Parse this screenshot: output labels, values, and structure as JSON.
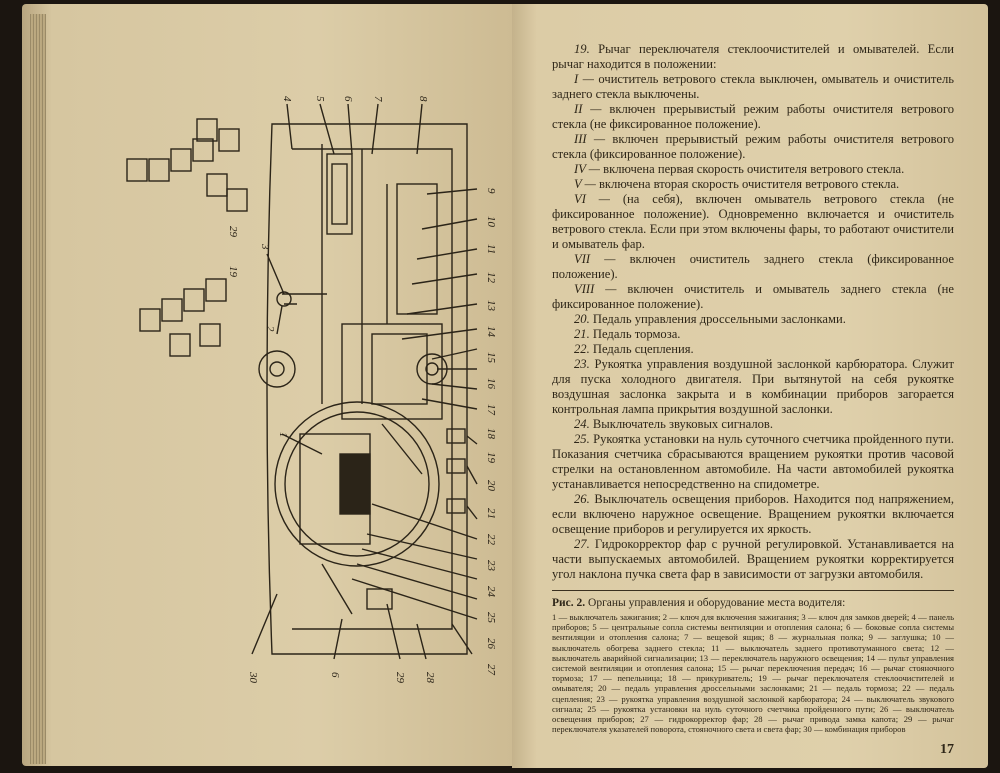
{
  "left_page": {
    "diagram": {
      "callouts": [
        "1",
        "2",
        "3",
        "4",
        "5",
        "6",
        "7",
        "8",
        "9",
        "10",
        "11",
        "12",
        "13",
        "14",
        "15",
        "16",
        "17",
        "18",
        "19",
        "20",
        "21",
        "22",
        "23",
        "24",
        "25",
        "26",
        "27",
        "28",
        "29",
        "30",
        "6",
        "29",
        "19"
      ]
    }
  },
  "right_page": {
    "paragraphs": [
      {
        "num": "19.",
        "text": "Рычаг переключателя стеклоочистителей и омывателей. Если рычаг находится в положении:"
      },
      {
        "num": "I —",
        "text": "очиститель ветрового стекла выключен, омыватель и очиститель заднего стекла выключены."
      },
      {
        "num": "II —",
        "text": "включен прерывистый режим работы очистителя ветрового стекла (не фиксированное положение)."
      },
      {
        "num": "III —",
        "text": "включен прерывистый режим работы очистителя ветрового стекла (фиксированное положение)."
      },
      {
        "num": "IV —",
        "text": "включена первая скорость очистителя ветрового стекла."
      },
      {
        "num": "V —",
        "text": "включена вторая скорость очистителя ветрового стекла."
      },
      {
        "num": "VI —",
        "text": "(на себя), включен омыватель ветрового стекла (не фиксированное положение). Одновременно включается и очиститель ветрового стекла. Если при этом включены фары, то работают очистители и омыватель фар."
      },
      {
        "num": "VII —",
        "text": "включен очиститель заднего стекла (фиксированное положение)."
      },
      {
        "num": "VIII —",
        "text": "включен очиститель и омыватель заднего стекла (не фиксированное положение)."
      },
      {
        "num": "20.",
        "text": "Педаль управления дроссельными заслонками."
      },
      {
        "num": "21.",
        "text": "Педаль тормоза."
      },
      {
        "num": "22.",
        "text": "Педаль сцепления."
      },
      {
        "num": "23.",
        "text": "Рукоятка управления воздушной заслонкой карбюратора. Служит для пуска холодного двигателя. При вытянутой на себя рукоятке воздушная заслонка закрыта и в комбинации приборов загорается контрольная лампа прикрытия воздушной заслонки."
      },
      {
        "num": "24.",
        "text": "Выключатель звуковых сигналов."
      },
      {
        "num": "25.",
        "text": "Рукоятка установки на нуль суточного счетчика пройденного пути. Показания счетчика сбрасываются вращением рукоятки против часовой стрелки на остановленном автомобиле. На части автомобилей рукоятка устанавливается непосредственно на спидометре."
      },
      {
        "num": "26.",
        "text": "Выключатель освещения приборов. Находится под напряжением, если включено наружное освещение. Вращением рукоятки включается освещение приборов и регулируется их яркость."
      },
      {
        "num": "27.",
        "text": "Гидрокорректор фар с ручной регулировкой. Устанавливается на части выпускаемых автомобилей. Вращением рукоятки корректируется угол наклона пучка света фар в зависимости от загрузки автомобиля."
      }
    ],
    "caption": {
      "label": "Рис. 2.",
      "title": "Органы управления и оборудование места водителя:",
      "body": "1 — выключатель зажигания; 2 — ключ для включения зажигания; 3 — ключ для замков дверей; 4 — панель приборов; 5 — центральные сопла системы вентиляции и отопления салона; 6 — боковые сопла системы вентиляции и отопления салона; 7 — вещевой ящик; 8 — журнальная полка; 9 — заглушка; 10 — выключатель обогрева заднего стекла; 11 — выключатель заднего противотуманного света; 12 — выключатель аварийной сигнализации; 13 — переключатель наружного освещения; 14 — пульт управления системой вентиляции и отопления салона; 15 — рычаг переключения передач; 16 — рычаг стояночного тормоза; 17 — пепельница; 18 — прикуриватель; 19 — рычаг переключателя стеклоочистителей и омывателя; 20 — педаль управления дроссельными заслонками; 21 — педаль тормоза; 22 — педаль сцепления; 23 — рукоятка управления воздушной заслонкой карбюратора; 24 — выключатель звукового сигнала; 25 — рукоятка установки на нуль суточного счетчика пройденного пути; 26 — выключатель освещения приборов; 27 — гидрокорректор фар; 28 — рычаг привода замка капота; 29 — рычаг переключателя указателей поворота, стояночного света и света фар; 30 — комбинация приборов"
    },
    "page_number": "17"
  }
}
